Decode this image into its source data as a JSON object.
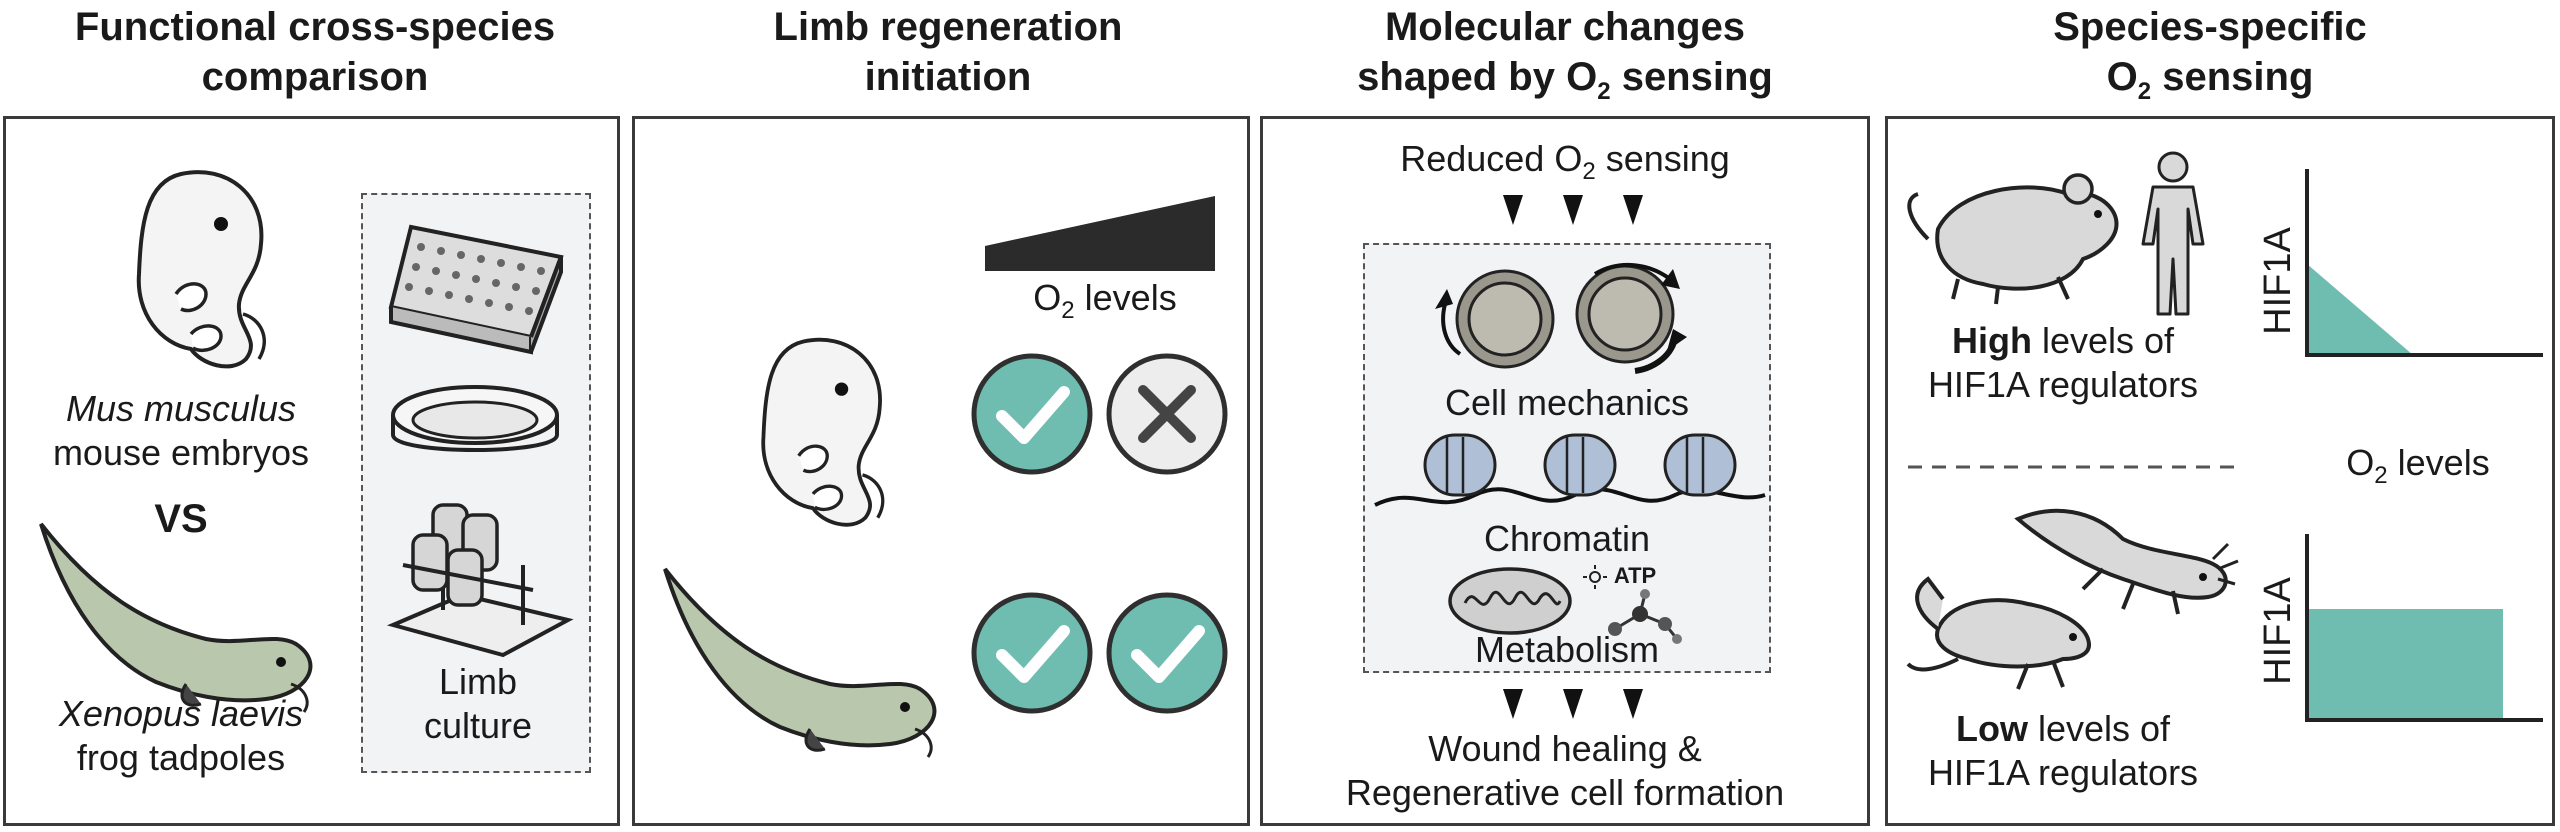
{
  "panels": [
    {
      "title_line1": "Functional cross-species",
      "title_line2": "comparison",
      "species1_name": "Mus musculus",
      "species1_common": "mouse embryos",
      "vs": "VS",
      "species2_name": "Xenopus laevis",
      "species2_common": "frog tadpoles",
      "culture_line1": "Limb",
      "culture_line2": "culture"
    },
    {
      "title_line1": "Limb regeneration",
      "title_line2": "initiation",
      "o2_label_pre": "O",
      "o2_label_sub": "2",
      "o2_label_post": " levels"
    },
    {
      "title_line1": "Molecular changes",
      "title_line2_pre": "shaped by O",
      "title_line2_sub": "2",
      "title_line2_post": " sensing",
      "top_pre": "Reduced O",
      "top_sub": "2",
      "top_post": " sensing",
      "item1": "Cell mechanics",
      "item2": "Chromatin",
      "item3": "Metabolism",
      "atp": "ATP",
      "bottom_line1": "Wound healing &",
      "bottom_line2": "Regenerative cell formation"
    },
    {
      "title_line1": "Species-specific",
      "title_line2_pre": "O",
      "title_line2_sub": "2",
      "title_line2_post": " sensing",
      "high_bold": "High",
      "high_rest": " levels of",
      "high_line2": "HIF1A regulators",
      "low_bold": "Low",
      "low_rest": " levels of",
      "low_line2": "HIF1A regulators",
      "axis_y_top": "HIF1A",
      "axis_y_bottom": "HIF1A",
      "o2_pre": "O",
      "o2_sub": "2",
      "o2_post": " levels"
    }
  ],
  "colors": {
    "teal": "#6fbdb0",
    "teal_dark": "#2f2f2f",
    "animal_fill": "#d9d9d9",
    "tadpole_fill": "#b9c8ad",
    "bar_fill": "#2b2b2b"
  },
  "checks": {
    "mouse": [
      "yes",
      "no"
    ],
    "frog": [
      "yes",
      "yes"
    ]
  }
}
